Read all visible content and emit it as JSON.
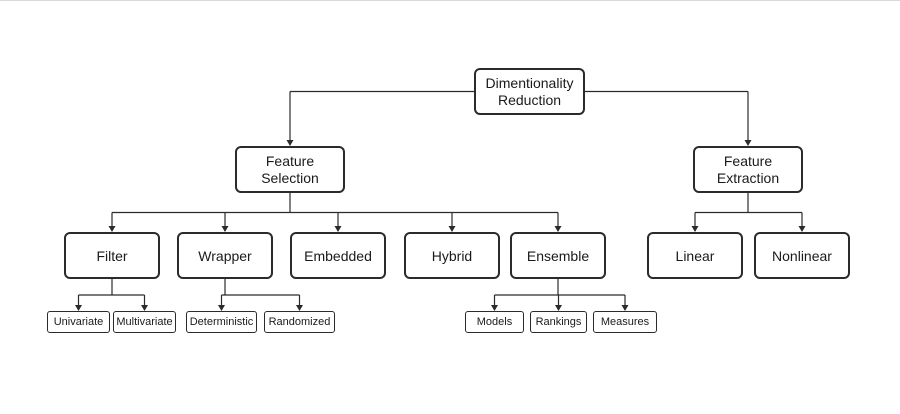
{
  "colors": {
    "stroke": "#2b2b2b",
    "background": "#ffffff"
  },
  "nodes": {
    "root": "Dimentionality\nReduction",
    "feature_selection": "Feature\nSelection",
    "feature_extraction": "Feature\nExtraction",
    "filter": "Filter",
    "wrapper": "Wrapper",
    "embedded": "Embedded",
    "hybrid": "Hybrid",
    "ensemble": "Ensemble",
    "linear": "Linear",
    "nonlinear": "Nonlinear",
    "univariate": "Univariate",
    "multivariate": "Multivariate",
    "deterministic": "Deterministic",
    "randomized": "Randomized",
    "models": "Models",
    "rankings": "Rankings",
    "measures": "Measures"
  },
  "edges": [
    [
      "root",
      "feature_selection"
    ],
    [
      "root",
      "feature_extraction"
    ],
    [
      "feature_selection",
      "filter"
    ],
    [
      "feature_selection",
      "wrapper"
    ],
    [
      "feature_selection",
      "embedded"
    ],
    [
      "feature_selection",
      "hybrid"
    ],
    [
      "feature_selection",
      "ensemble"
    ],
    [
      "feature_extraction",
      "linear"
    ],
    [
      "feature_extraction",
      "nonlinear"
    ],
    [
      "filter",
      "univariate"
    ],
    [
      "filter",
      "multivariate"
    ],
    [
      "wrapper",
      "deterministic"
    ],
    [
      "wrapper",
      "randomized"
    ],
    [
      "ensemble",
      "models"
    ],
    [
      "ensemble",
      "rankings"
    ],
    [
      "ensemble",
      "measures"
    ]
  ]
}
